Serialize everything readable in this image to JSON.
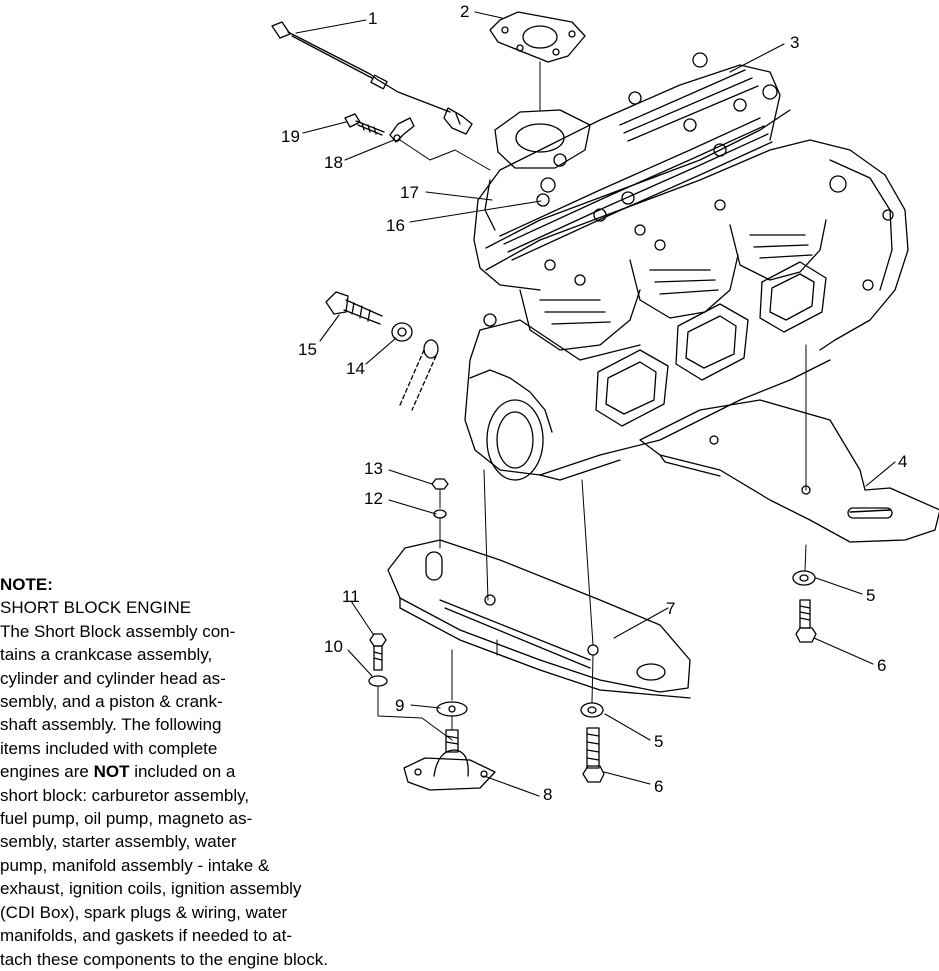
{
  "callouts": [
    {
      "id": "c1",
      "label": "1"
    },
    {
      "id": "c2",
      "label": "2"
    },
    {
      "id": "c3",
      "label": "3"
    },
    {
      "id": "c4",
      "label": "4"
    },
    {
      "id": "c5a",
      "label": "5"
    },
    {
      "id": "c5b",
      "label": "5"
    },
    {
      "id": "c6a",
      "label": "6"
    },
    {
      "id": "c6b",
      "label": "6"
    },
    {
      "id": "c7",
      "label": "7"
    },
    {
      "id": "c8",
      "label": "8"
    },
    {
      "id": "c9",
      "label": "9"
    },
    {
      "id": "c10",
      "label": "10"
    },
    {
      "id": "c11",
      "label": "11"
    },
    {
      "id": "c12",
      "label": "12"
    },
    {
      "id": "c13",
      "label": "13"
    },
    {
      "id": "c14",
      "label": "14"
    },
    {
      "id": "c15",
      "label": "15"
    },
    {
      "id": "c16",
      "label": "16"
    },
    {
      "id": "c17",
      "label": "17"
    },
    {
      "id": "c18",
      "label": "18"
    },
    {
      "id": "c19",
      "label": "19"
    }
  ],
  "note": {
    "title": "NOTE:",
    "subtitle": "SHORT BLOCK ENGINE",
    "lines": [
      "The Short Block assembly con-",
      "tains a crankcase assembly,",
      "cylinder and cylinder head as-",
      "sembly, and a piston & crank-",
      "shaft assembly.  The following",
      "items included with complete"
    ],
    "emph_prefix": "engines are ",
    "emph_word": "NOT",
    "emph_suffix": " included on a",
    "lines_after": [
      "short block:  carburetor assembly,",
      "fuel pump, oil pump, magneto as-",
      "sembly, starter assembly, water",
      "pump, manifold assembly - intake &",
      "exhaust, ignition coils, ignition assembly",
      "(CDI Box), spark plugs & wiring, water",
      "manifolds, and gaskets if needed to at-",
      "tach these components to the engine block."
    ]
  }
}
